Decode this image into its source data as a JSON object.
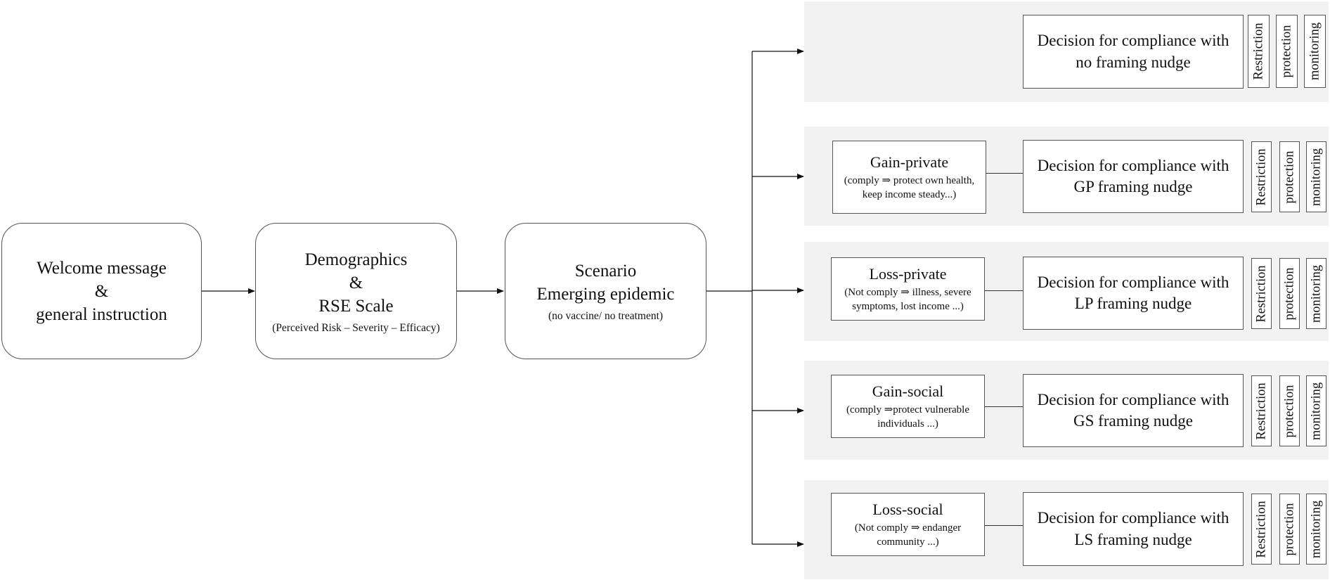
{
  "steps": [
    {
      "lines": [
        "Welcome message",
        "&",
        "general instruction"
      ],
      "note": ""
    },
    {
      "lines": [
        "Demographics",
        "&",
        "RSE  Scale"
      ],
      "note": "(Perceived Risk – Severity – Efficacy)"
    },
    {
      "lines": [
        "Scenario",
        "Emerging epidemic"
      ],
      "note": "(no vaccine/ no treatment)"
    }
  ],
  "measures": [
    "Restriction",
    "protection",
    "monitoring"
  ],
  "arms": [
    {
      "frame_title": "",
      "frame_detail": [],
      "decision": [
        "Decision for compliance with",
        "no framing nudge"
      ]
    },
    {
      "frame_title": "Gain-private",
      "frame_detail": [
        "(comply ⇒ protect own health,",
        "keep income steady...)"
      ],
      "decision": [
        "Decision for compliance with",
        "GP framing nudge"
      ]
    },
    {
      "frame_title": "Loss-private",
      "frame_detail": [
        "(Not comply ⇒ illness, severe",
        "symptoms, lost income ...)"
      ],
      "decision": [
        "Decision for compliance with",
        "LP framing nudge"
      ]
    },
    {
      "frame_title": "Gain-social",
      "frame_detail": [
        "(comply ⇒protect vulnerable",
        "individuals ...)"
      ],
      "decision": [
        "Decision for compliance with",
        "GS framing nudge"
      ]
    },
    {
      "frame_title": "Loss-social",
      "frame_detail": [
        "(Not comply ⇒ endanger",
        "community ...)"
      ],
      "decision": [
        "Decision for compliance with",
        "LS framing nudge"
      ]
    }
  ]
}
